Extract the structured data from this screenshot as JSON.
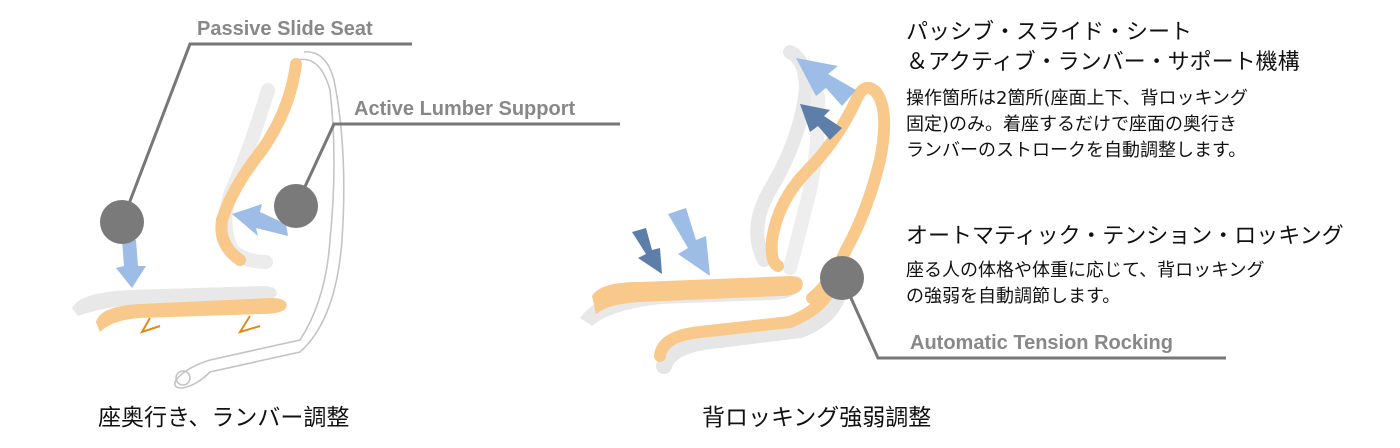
{
  "colors": {
    "callout_text": "#888888",
    "callout_line": "#777777",
    "pivot": "#7a7a7a",
    "seat_orange": "#f8c98a",
    "seat_gray": "#e6e6e6",
    "arrow_light": "#9dbce6",
    "arrow_dark": "#5d7ea8",
    "pin_orange": "#e08a1e",
    "body_text": "#111111"
  },
  "left_diagram": {
    "passive_slide_seat_label": "Passive Slide Seat",
    "active_lumber_support_label": "Active Lumber Support",
    "caption": "座奥行き、ランバー調整"
  },
  "right_diagram": {
    "automatic_tension_rocking_label": "Automatic Tension Rocking",
    "caption": "背ロッキング強弱調整",
    "section1": {
      "title_line1": "パッシブ・スライド・シート",
      "title_line2": "＆アクティブ・ランバー・サポート機構",
      "body_line1": "操作箇所は2箇所(座面上下、背ロッキング",
      "body_line2": "固定)のみ。着座するだけで座面の奥行き",
      "body_line3": "ランバーのストロークを自動調整します。"
    },
    "section2": {
      "title": "オートマティック・テンション・ロッキング",
      "body_line1": "座る人の体格や体重に応じて、背ロッキング",
      "body_line2": "の強弱を自動調節します。"
    }
  },
  "icons": [
    "pivot-circle-icon",
    "arrow-icon"
  ]
}
